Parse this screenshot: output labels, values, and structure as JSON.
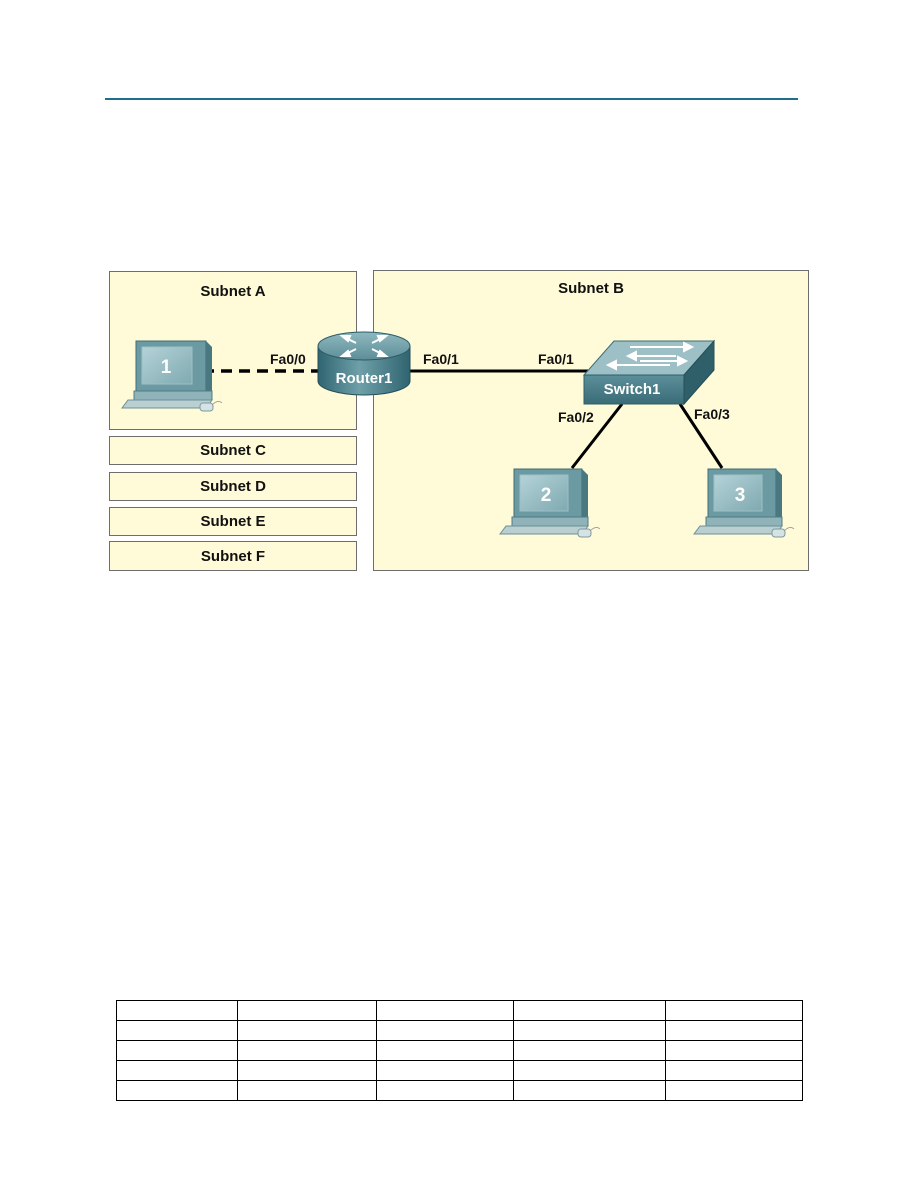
{
  "subnets": {
    "a": "Subnet A",
    "b": "Subnet B",
    "c": "Subnet C",
    "d": "Subnet D",
    "e": "Subnet E",
    "f": "Subnet F"
  },
  "devices": {
    "router": "Router1",
    "switch": "Switch1",
    "pc1": "1",
    "pc2": "2",
    "pc3": "3"
  },
  "interfaces": {
    "router_fa00": "Fa0/0",
    "router_fa01": "Fa0/1",
    "switch_fa01": "Fa0/1",
    "switch_fa02": "Fa0/2",
    "switch_fa03": "Fa0/3"
  },
  "colors": {
    "zone_fill": "#fffbd8",
    "rule": "#1f6e8c",
    "device_teal": "#4f8c96"
  },
  "table": {
    "rows": 5,
    "columns": 5
  }
}
